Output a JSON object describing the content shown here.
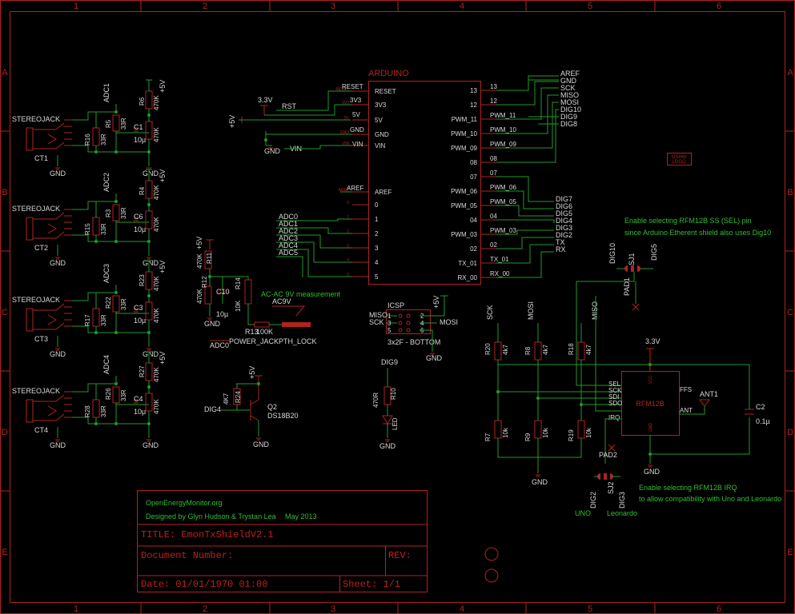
{
  "frame": {
    "columns": [
      "1",
      "2",
      "3",
      "4",
      "5",
      "6"
    ],
    "rows": [
      "A",
      "B",
      "C",
      "D",
      "E"
    ]
  },
  "arduino": {
    "title": "ARDUINO",
    "left_pins": [
      "RESET",
      "3V3",
      "5V",
      "GND",
      "VIN",
      "AREF",
      "0",
      "1",
      "2",
      "3",
      "4",
      "5"
    ],
    "right_pins": [
      "13",
      "12",
      "PWM_11",
      "PWM_10",
      "PWM_09",
      "08",
      "07",
      "PWM_06",
      "PWM_05",
      "04",
      "PWM_03",
      "02",
      "TX_01",
      "RX_00"
    ],
    "net_right_top": [
      "AREF",
      "GND",
      "SCK",
      "MISO",
      "MOSI",
      "DIG10",
      "DIG9",
      "DIG8"
    ],
    "net_right_bottom": [
      "DIG7",
      "DIG6",
      "DIG5",
      "DIG4",
      "DIG3",
      "DIG2",
      "TX",
      "RX"
    ],
    "net_left": [
      "RST",
      "VIN",
      "ADC0",
      "ADC1",
      "ADC2",
      "ADC3",
      "ADC4",
      "ADC5"
    ],
    "net_left_small": [
      "RESET",
      "3V3",
      "5V",
      "GND",
      "VIN",
      "AREF"
    ],
    "supply_3v3": "3.3V",
    "supply_5v": "+5V",
    "gnd": "GND",
    "pin_labels_small": [
      "RESET",
      "3V3",
      "5V",
      "GND",
      "VIN",
      "AREF",
      "0",
      "1",
      "2",
      "3",
      "4",
      "5"
    ],
    "right_wire_labels": [
      "13",
      "12",
      "PWM_11",
      "PWM_10",
      "PWM_09",
      "08",
      "07",
      "PWM_06",
      "PWM_05",
      "04",
      "PWM_03",
      "02",
      "TX_01",
      "RX_00"
    ]
  },
  "ct_channels": [
    {
      "jack": "STEREOJACK",
      "ct": "CT1",
      "adc": "ADC1",
      "r_burden": "R16",
      "r_burden_val": "33R",
      "r_top": "R5",
      "r_top_val": "33R",
      "r_div": "R6",
      "r_div_val": "470K",
      "r_div2_val": "470K",
      "cap": "C1",
      "cap_val": "10µ",
      "vcc": "+5V",
      "gnd": "GND"
    },
    {
      "jack": "STEREOJACK",
      "ct": "CT2",
      "adc": "ADC2",
      "r_burden": "R15",
      "r_burden_val": "33R",
      "r_top": "R3",
      "r_top_val": "33R",
      "r_div": "R4",
      "r_div_val": "470K",
      "r_div2_val": "470K",
      "cap": "C6",
      "cap_val": "10µ",
      "vcc": "+5V",
      "gnd": "GND"
    },
    {
      "jack": "STEREOJACK",
      "ct": "CT3",
      "adc": "ADC3",
      "r_burden": "R17",
      "r_burden_val": "33R",
      "r_top": "R22",
      "r_top_val": "33R",
      "r_div": "R23",
      "r_div_val": "470K",
      "r_div2_val": "470K",
      "cap": "C3",
      "cap_val": "10µ",
      "vcc": "+5V",
      "gnd": "GND"
    },
    {
      "jack": "STEREOJACK",
      "ct": "CT4",
      "adc": "ADC4",
      "r_burden": "R28",
      "r_burden_val": "33R",
      "r_top": "R26",
      "r_top_val": "33R",
      "r_div": "R27",
      "r_div_val": "470K",
      "r_div2_val": "470K",
      "cap": "C4",
      "cap_val": "10µ",
      "vcc": "+5V",
      "gnd": "GND"
    }
  ],
  "voltage": {
    "vcc": "+5V",
    "r_top": "470K",
    "r_top_name": "R11",
    "r_bottom": "470K",
    "r_bottom_name": "R12",
    "cap": "C10",
    "cap_val": "10µ",
    "r14": "R14",
    "r14_val": "10K",
    "r13": "R13",
    "r13_val": "100K",
    "ac_label": "AC-AC 9V measurement",
    "ac9v": "AC9V",
    "jack_lock": "POWER_JACKPTH_LOCK",
    "adc": "ADC0",
    "gnd": "GND"
  },
  "ds18b20": {
    "vcc": "+5V",
    "r_name": "R24",
    "r_val": "4K7",
    "q_name": "Q2",
    "q_val": "DS18B20",
    "dig": "DIG4",
    "gnd": "GND"
  },
  "icsp": {
    "title": "ICSP",
    "sub": "3x2F - BOTTOM",
    "left": [
      "MISO",
      "SCK"
    ],
    "right": [
      "MOSI"
    ],
    "pins": [
      "1",
      "2",
      "3",
      "4",
      "5",
      "6"
    ],
    "vcc": "+5V",
    "gnd": "GND"
  },
  "led": {
    "dig": "DIG9",
    "r_name": "R10",
    "r_val": "470R",
    "led": "LED",
    "gnd": "GND"
  },
  "rfm": {
    "note1": "Enable selecting RFM12B SS (SEL) pin",
    "note2": "since Arduino Etherent shield also uses Dig10",
    "note3": "Enable selecting RFM12B IRQ",
    "note4": "to allow compatibility with Uno and Leonardo",
    "sj1": "SJ1",
    "sj2": "SJ2",
    "pad1": "PAD1",
    "pad2": "PAD2",
    "dig10": "DIG10",
    "dig5": "DIG5",
    "dig2": "DIG2",
    "dig3": "DIG3",
    "uno": "UNO",
    "leonardo": "Leonardo",
    "chip": "RFM12B",
    "pins_left": [
      "SEL",
      "SCK",
      "SDI",
      "SDO",
      "IRQ"
    ],
    "pin_vcc": "VCC",
    "pin_gnd": "GND",
    "pin_ffs": "FFS",
    "pin_ant": "ANT",
    "ant": "ANT1",
    "c2": "C2",
    "c2_val": "0.1µ",
    "v33": "3.3V",
    "gnd": "GND",
    "sig": [
      "SCK",
      "MOSI",
      "MISO"
    ],
    "pullups": [
      {
        "name": "R20",
        "val": "4k7"
      },
      {
        "name": "R8",
        "val": "4k7"
      },
      {
        "name": "R18",
        "val": "4k7"
      }
    ],
    "pulldowns": [
      {
        "name": "R7",
        "val": "10k"
      },
      {
        "name": "R9",
        "val": "10k"
      },
      {
        "name": "R19",
        "val": "10k"
      }
    ]
  },
  "logo": {
    "l1": "OSHW",
    "l2": "LOGO"
  },
  "title_block": {
    "org": "OpenEnergyMonitor.org",
    "designers": "Designed by Glyn Hudson & Trystan Lea",
    "date_short": "May 2013",
    "title": "TITLE:  EmonTxShieldV2.1",
    "doc": "Document Number:",
    "rev": "REV:",
    "date": "Date: 01/01/1970 01:00",
    "sheet": "Sheet: 1/1"
  }
}
